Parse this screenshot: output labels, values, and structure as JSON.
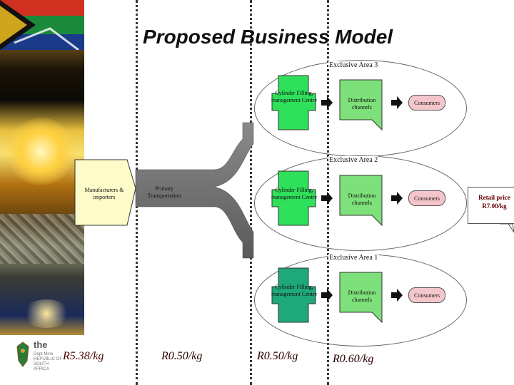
{
  "title": "Proposed Business Model",
  "logo": {
    "text": "the",
    "sub": "Dept Mine REPUBLIC OF SOUTH AFRICA"
  },
  "areas": [
    {
      "label": "Exclusive Area 3"
    },
    {
      "label": "Exclusive Area 2"
    },
    {
      "label": "Exclusive Area 1"
    }
  ],
  "nodes": {
    "manufacturers": "Manufacturers & importers",
    "transport": "Primary Transportation",
    "cylinder": "Cylinder Filling, management Centre",
    "distribution": "Distribution channels",
    "consumers": "Consumers"
  },
  "callout": {
    "line1": "Retail price",
    "line2": "R7.00/kg"
  },
  "prices": [
    "R5.38/kg",
    "R0.50/kg",
    "R0.50/kg",
    "R0.60/kg"
  ],
  "colors": {
    "manufacturers_fill": "#fdfbc8",
    "transport_fill": "#737373",
    "cylinder_fill": "#2fe05a",
    "cylinder_fill_area1": "#1fa87a",
    "distribution_fill": "#7de07a",
    "consumers_fill": "#f4c6cc"
  }
}
